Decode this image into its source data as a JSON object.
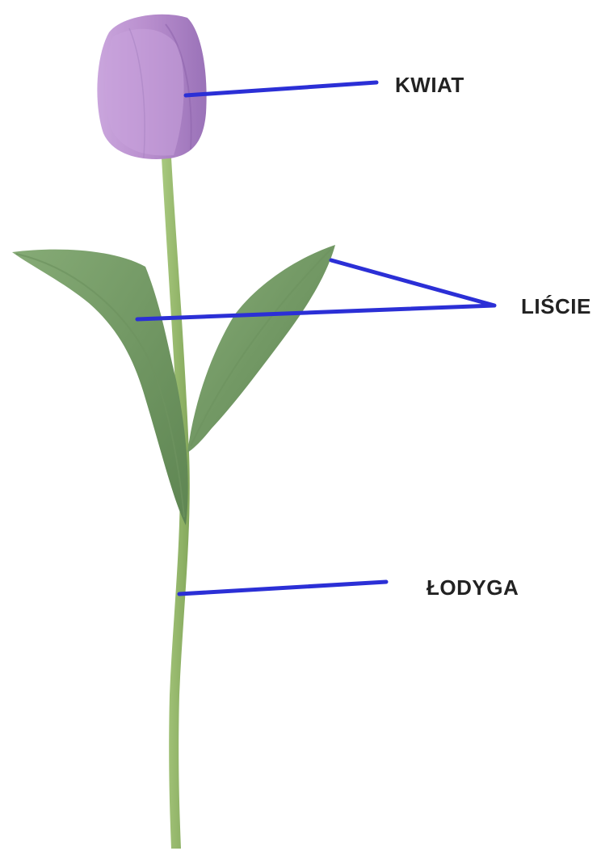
{
  "labels": {
    "flower": "KWIAT",
    "leaves": "LIŚCIE",
    "stem": "ŁODYGA"
  },
  "colors": {
    "pointer_line": "#2b2fd6",
    "petal_main": "#b98fce",
    "petal_light": "#d8bfe6",
    "petal_dark": "#8f66ad",
    "leaf_main": "#7aa06a",
    "leaf_dark": "#5e8552",
    "stem": "#94b86a",
    "label_text": "#222222"
  },
  "icons": {
    "flower": "tulip-illustration"
  }
}
